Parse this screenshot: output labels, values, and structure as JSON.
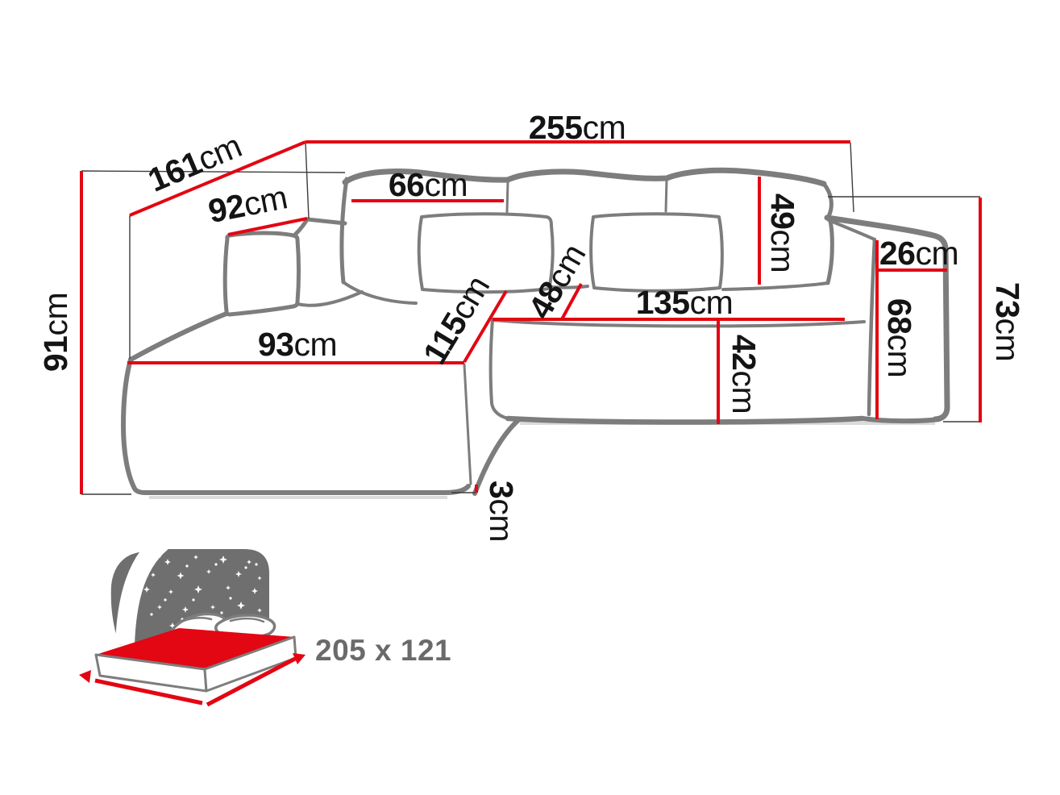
{
  "diagram": {
    "type": "corner-sofa-dimension-diagram",
    "dimensions": {
      "d255": {
        "v": "255",
        "u": "cm"
      },
      "d161": {
        "v": "161",
        "u": "cm"
      },
      "d91": {
        "v": "91",
        "u": "cm"
      },
      "d92": {
        "v": "92",
        "u": "cm"
      },
      "d66": {
        "v": "66",
        "u": "cm"
      },
      "d49": {
        "v": "49",
        "u": "cm"
      },
      "d93": {
        "v": "93",
        "u": "cm"
      },
      "d115": {
        "v": "115",
        "u": "cm"
      },
      "d48": {
        "v": "48",
        "u": "cm"
      },
      "d135": {
        "v": "135",
        "u": "cm"
      },
      "d42": {
        "v": "42",
        "u": "cm"
      },
      "d26": {
        "v": "26",
        "u": "cm"
      },
      "d68": {
        "v": "68",
        "u": "cm"
      },
      "d73": {
        "v": "73",
        "u": "cm"
      },
      "d3": {
        "v": "3",
        "u": "cm"
      }
    },
    "sleeping_area": {
      "size_label": "205 x 121"
    },
    "colors": {
      "dimension_red": "#e30613",
      "sofa_outline_gray": "#7d7d7d",
      "helper_line_black": "#3c3c3c",
      "label_black": "#141414",
      "icon_sky_gray": "#6f6f6f",
      "icon_mattress_red": "#e30613",
      "size_label_gray": "#6a6a6a"
    },
    "icons": [
      "sleeping-function-bed-icon",
      "starry-sky-icon",
      "crescent-moon-icon",
      "mattress-size-arrows-icon"
    ]
  }
}
